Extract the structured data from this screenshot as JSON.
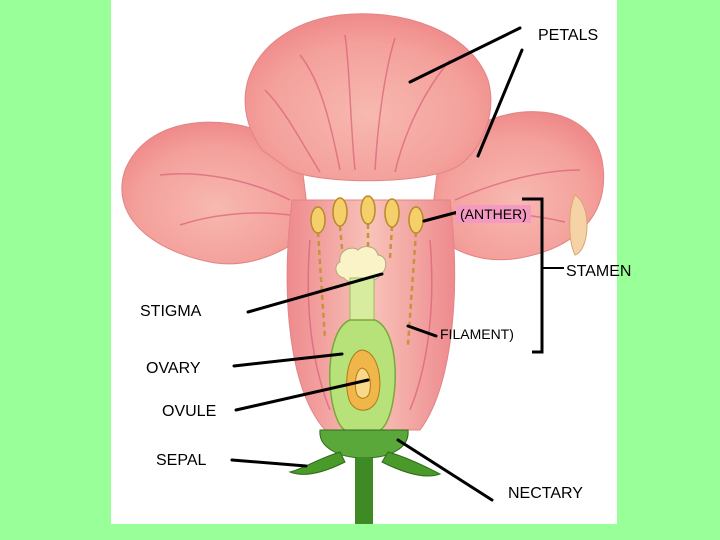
{
  "labels": {
    "petals": "PETALS",
    "anther": "(ANTHER)",
    "stamen": "STAMEN",
    "stigma": "STIGMA",
    "filament": "FILAMENT)",
    "ovary": "OVARY",
    "ovule": "OVULE",
    "sepal": "SEPAL",
    "nectary": "NECTARY"
  },
  "colors": {
    "background": "#99ff99",
    "panel": "#ffffff",
    "petal": "#f4a3a0",
    "petal_vein": "#d9607a",
    "anther_box": "#f49ac1",
    "sepal": "#4a9a2a",
    "ovary": "#b7e27a",
    "ovule": "#f0b64a"
  }
}
